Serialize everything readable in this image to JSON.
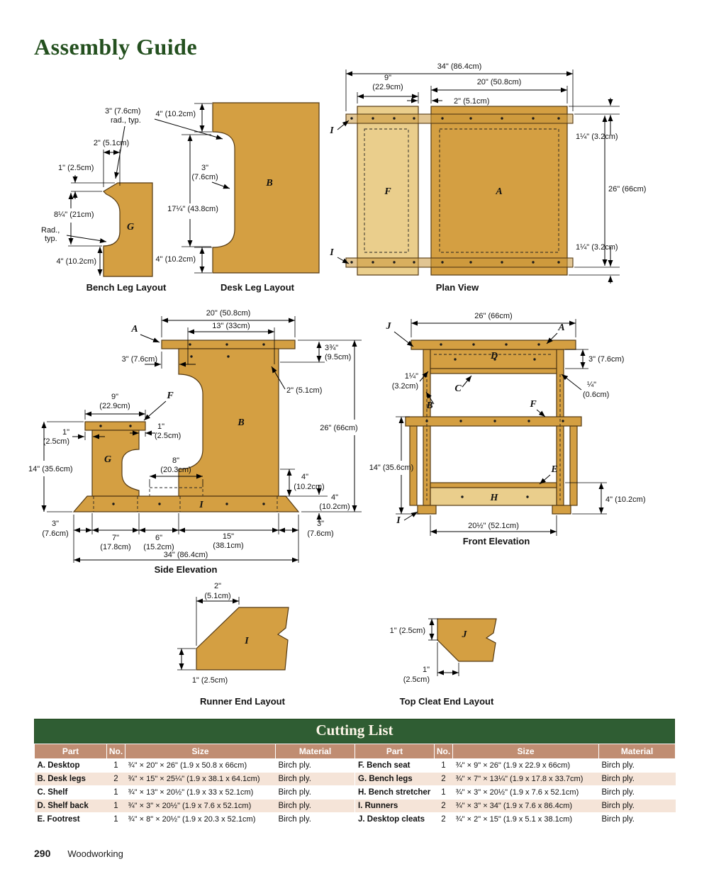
{
  "page": {
    "title": "Assembly Guide",
    "page_number": "290",
    "footer_section": "Woodworking"
  },
  "colors": {
    "title_green": "#24501F",
    "table_green": "#2F5D33",
    "table_header_tan": "#C08D72",
    "row_pink": "#F5E4D8",
    "wood": "#D49F42",
    "wood_light": "#EACE8C"
  },
  "diagrams": {
    "bench_leg": {
      "caption": "Bench Leg Layout",
      "part": "G",
      "rad_note_l1": "3\" (7.6cm)",
      "rad_note_l2": "rad., typ.",
      "w2": "2\" (5.1cm)",
      "h1": "1\" (2.5cm)",
      "h8": "8¼\" (21cm)",
      "rad_l1": "Rad.,",
      "rad_l2": "typ.",
      "h4": "4\" (10.2cm)"
    },
    "desk_leg": {
      "caption": "Desk Leg Layout",
      "part": "B",
      "top4": "4\" (10.2cm)",
      "notch3_l1": "3\"",
      "notch3_l2": "(7.6cm)",
      "mid17": "17¼\" (43.8cm)",
      "bot4": "4\" (10.2cm)"
    },
    "plan_view": {
      "caption": "Plan View",
      "w34": "34\" (86.4cm)",
      "w9_l1": "9\"",
      "w9_l2": "(22.9cm)",
      "w20": "20\" (50.8cm)",
      "w2": "2\" (5.1cm)",
      "h125_top": "1¼\" (3.2cm)",
      "h26": "26\" (66cm)",
      "h125_bot": "1¼\" (3.2cm)",
      "part_i_top": "I",
      "part_i_bot": "I",
      "part_f": "F",
      "part_a": "A"
    },
    "side_elevation": {
      "caption": "Side Elevation",
      "w20": "20\" (50.8cm)",
      "w13": "13\" (33cm)",
      "part_a": "A",
      "d3_left": "3\" (7.6cm)",
      "d375_l1": "3¾\"",
      "d375_l2": "(9.5cm)",
      "d2": "2\" (5.1cm)",
      "w9_l1": "9\"",
      "w9_l2": "(22.9cm)",
      "part_f": "F",
      "d1a_l1": "1\"",
      "d1a_l2": "(2.5cm)",
      "d1b_l1": "1\"",
      "d1b_l2": "(2.5cm)",
      "part_g": "G",
      "part_b": "B",
      "h26": "26\" (66cm)",
      "h14": "14\" (35.6cm)",
      "w8_l1": "8\"",
      "w8_l2": "(20.3cm)",
      "d4a_l1": "4\"",
      "d4a_l2": "(10.2cm)",
      "d4b_l1": "4\"",
      "d4b_l2": "(10.2cm)",
      "part_i": "I",
      "b3l_l1": "3\"",
      "b3l_l2": "(7.6cm)",
      "b7_l1": "7\"",
      "b7_l2": "(17.8cm)",
      "b6_l1": "6\"",
      "b6_l2": "(15.2cm)",
      "b15_l1": "15\"",
      "b15_l2": "(38.1cm)",
      "b3r_l1": "3\"",
      "b3r_l2": "(7.6cm)",
      "w34": "34\" (86.4cm)"
    },
    "front_elevation": {
      "caption": "Front Elevation",
      "part_j": "J",
      "w26": "26\" (66cm)",
      "part_a": "A",
      "part_d": "D",
      "d3": "3\" (7.6cm)",
      "d125_l1": "1¼\"",
      "d125_l2": "(3.2cm)",
      "part_c": "C",
      "d025_l1": "¼\"",
      "d025_l2": "(0.6cm)",
      "part_b": "B",
      "part_f": "F",
      "h14": "14\" (35.6cm)",
      "part_e": "E",
      "part_h": "H",
      "d4": "4\" (10.2cm)",
      "part_i": "I",
      "w205": "20½\" (52.1cm)"
    },
    "runner_end": {
      "caption": "Runner End Layout",
      "part": "I",
      "d2_l1": "2\"",
      "d2_l2": "(5.1cm)",
      "d1": "1\" (2.5cm)"
    },
    "top_cleat_end": {
      "caption": "Top Cleat End Layout",
      "part": "J",
      "d1_top": "1\" (2.5cm)",
      "d1_bot_l1": "1\"",
      "d1_bot_l2": "(2.5cm)"
    }
  },
  "cutting_list": {
    "title": "Cutting List",
    "headers": [
      "Part",
      "No.",
      "Size",
      "Material"
    ],
    "left_rows": [
      {
        "part": "A. Desktop",
        "no": "1",
        "size": "¾\" × 20\" × 26\" (1.9 x 50.8 x 66cm)",
        "material": "Birch ply."
      },
      {
        "part": "B. Desk legs",
        "no": "2",
        "size": "¾\" × 15\" × 25¼\" (1.9 x 38.1 x 64.1cm)",
        "material": "Birch ply."
      },
      {
        "part": "C. Shelf",
        "no": "1",
        "size": "¾\" × 13\" × 20½\" (1.9 x 33 x 52.1cm)",
        "material": "Birch ply."
      },
      {
        "part": "D. Shelf back",
        "no": "1",
        "size": "¾\" × 3\" × 20½\" (1.9 x 7.6 x 52.1cm)",
        "material": "Birch ply."
      },
      {
        "part": "E. Footrest",
        "no": "1",
        "size": "¾\" × 8\" × 20½\" (1.9 x 20.3 x 52.1cm)",
        "material": "Birch ply."
      }
    ],
    "right_rows": [
      {
        "part": "F. Bench seat",
        "no": "1",
        "size": "¾\" × 9\" × 26\" (1.9 x 22.9 x 66cm)",
        "material": "Birch ply."
      },
      {
        "part": "G. Bench legs",
        "no": "2",
        "size": "¾\" × 7\" × 13¼\" (1.9 x 17.8 x 33.7cm)",
        "material": "Birch ply."
      },
      {
        "part": "H. Bench stretcher",
        "no": "1",
        "size": "¾\" × 3\" × 20½\" (1.9 x 7.6 x 52.1cm)",
        "material": "Birch ply."
      },
      {
        "part": "I. Runners",
        "no": "2",
        "size": "¾\" × 3\" × 34\" (1.9 x 7.6 x 86.4cm)",
        "material": "Birch ply."
      },
      {
        "part": "J. Desktop cleats",
        "no": "2",
        "size": "¾\" × 2\" × 15\" (1.9 x 5.1 x 38.1cm)",
        "material": "Birch ply."
      }
    ]
  }
}
